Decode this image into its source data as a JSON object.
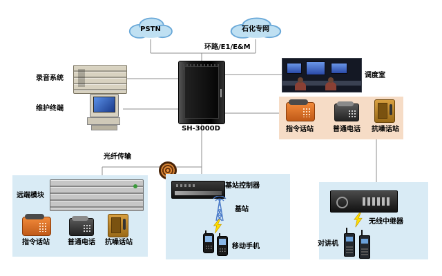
{
  "clouds": {
    "pstn": "PSTN",
    "petro_network": "石化专网"
  },
  "links": {
    "trunk_label": "环路/E1/E&M",
    "fiber_label": "光纤传输"
  },
  "cabinet": {
    "model": "SH-3000D"
  },
  "left_devices": {
    "recording_system": "录音系统",
    "maintenance_terminal": "维护终端"
  },
  "dispatch_room": {
    "label": "调度室"
  },
  "station_panel": {
    "phones": [
      "指令话站",
      "普通电话",
      "抗噪话站"
    ]
  },
  "remote_module": {
    "title": "远端模块",
    "phones": [
      "指令话站",
      "普通电话",
      "抗噪话站"
    ]
  },
  "base_station": {
    "controller_label": "基站控制器",
    "tower_label": "基站",
    "mobile_label": "移动手机"
  },
  "repeater": {
    "label": "无线中继器",
    "intercom_label": "对讲机"
  },
  "colors": {
    "cloud_fill": "#bfe0f2",
    "cloud_stroke": "#69a8d8",
    "panel_blue": "#d9ebf5",
    "panel_peach": "#f6dcc6",
    "wire": "#8c8c8c",
    "lightning": "#ffdf00",
    "tower_blue": "#4a7ac8"
  }
}
